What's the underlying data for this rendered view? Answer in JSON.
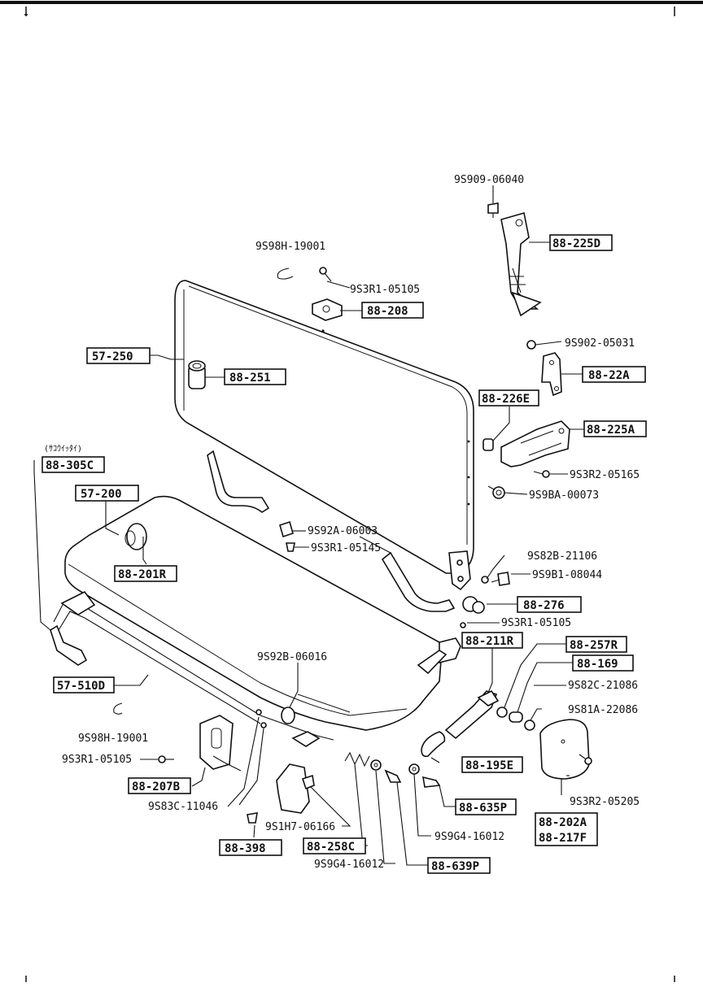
{
  "header": {
    "note": "(ｻｺｳｲｯﾀｲ)"
  },
  "boxed_labels": {
    "b_88_225D": "88-225D",
    "b_88_208": "88-208",
    "b_57_250": "57-250",
    "b_88_251": "88-251",
    "b_88_22A": "88-22A",
    "b_88_226E": "88-226E",
    "b_88_225A": "88-225A",
    "b_88_305C": "88-305C",
    "b_57_200": "57-200",
    "b_88_201R": "88-201R",
    "b_88_276": "88-276",
    "b_88_211R": "88-211R",
    "b_88_257R": "88-257R",
    "b_88_169": "88-169",
    "b_57_510D": "57-510D",
    "b_88_195E": "88-195E",
    "b_88_207B": "88-207B",
    "b_88_635P": "88-635P",
    "b_88_398": "88-398",
    "b_88_258C": "88-258C",
    "b_88_639P": "88-639P",
    "b_88_202A": "88-202A",
    "b_88_217F": "88-217F"
  },
  "part_numbers": {
    "p_9S909_06040": "9S909-06040",
    "p_9S98H_19001_top": "9S98H-19001",
    "p_9S3R1_05105_top": "9S3R1-05105",
    "p_9S902_05031": "9S902-05031",
    "p_9S3R2_05165": "9S3R2-05165",
    "p_9S9BA_00073": "9S9BA-00073",
    "p_9S92A_06003": "9S92A-06003",
    "p_9S3R1_05145": "9S3R1-05145",
    "p_9S82B_21106": "9S82B-21106",
    "p_9S9B1_08044": "9S9B1-08044",
    "p_9S3R1_05105_mid": "9S3R1-05105",
    "p_9S92B_06016": "9S92B-06016",
    "p_9S82C_21086": "9S82C-21086",
    "p_9S81A_22086": "9S81A-22086",
    "p_9S98H_19001_bot": "9S98H-19001",
    "p_9S3R1_05105_bot": "9S3R1-05105",
    "p_9S3R2_05205": "9S3R2-05205",
    "p_9S83C_11046": "9S83C-11046",
    "p_9S1H7_06166": "9S1H7-06166",
    "p_9S9G4_16012_a": "9S9G4-16012",
    "p_9S9G4_16012_b": "9S9G4-16012"
  }
}
